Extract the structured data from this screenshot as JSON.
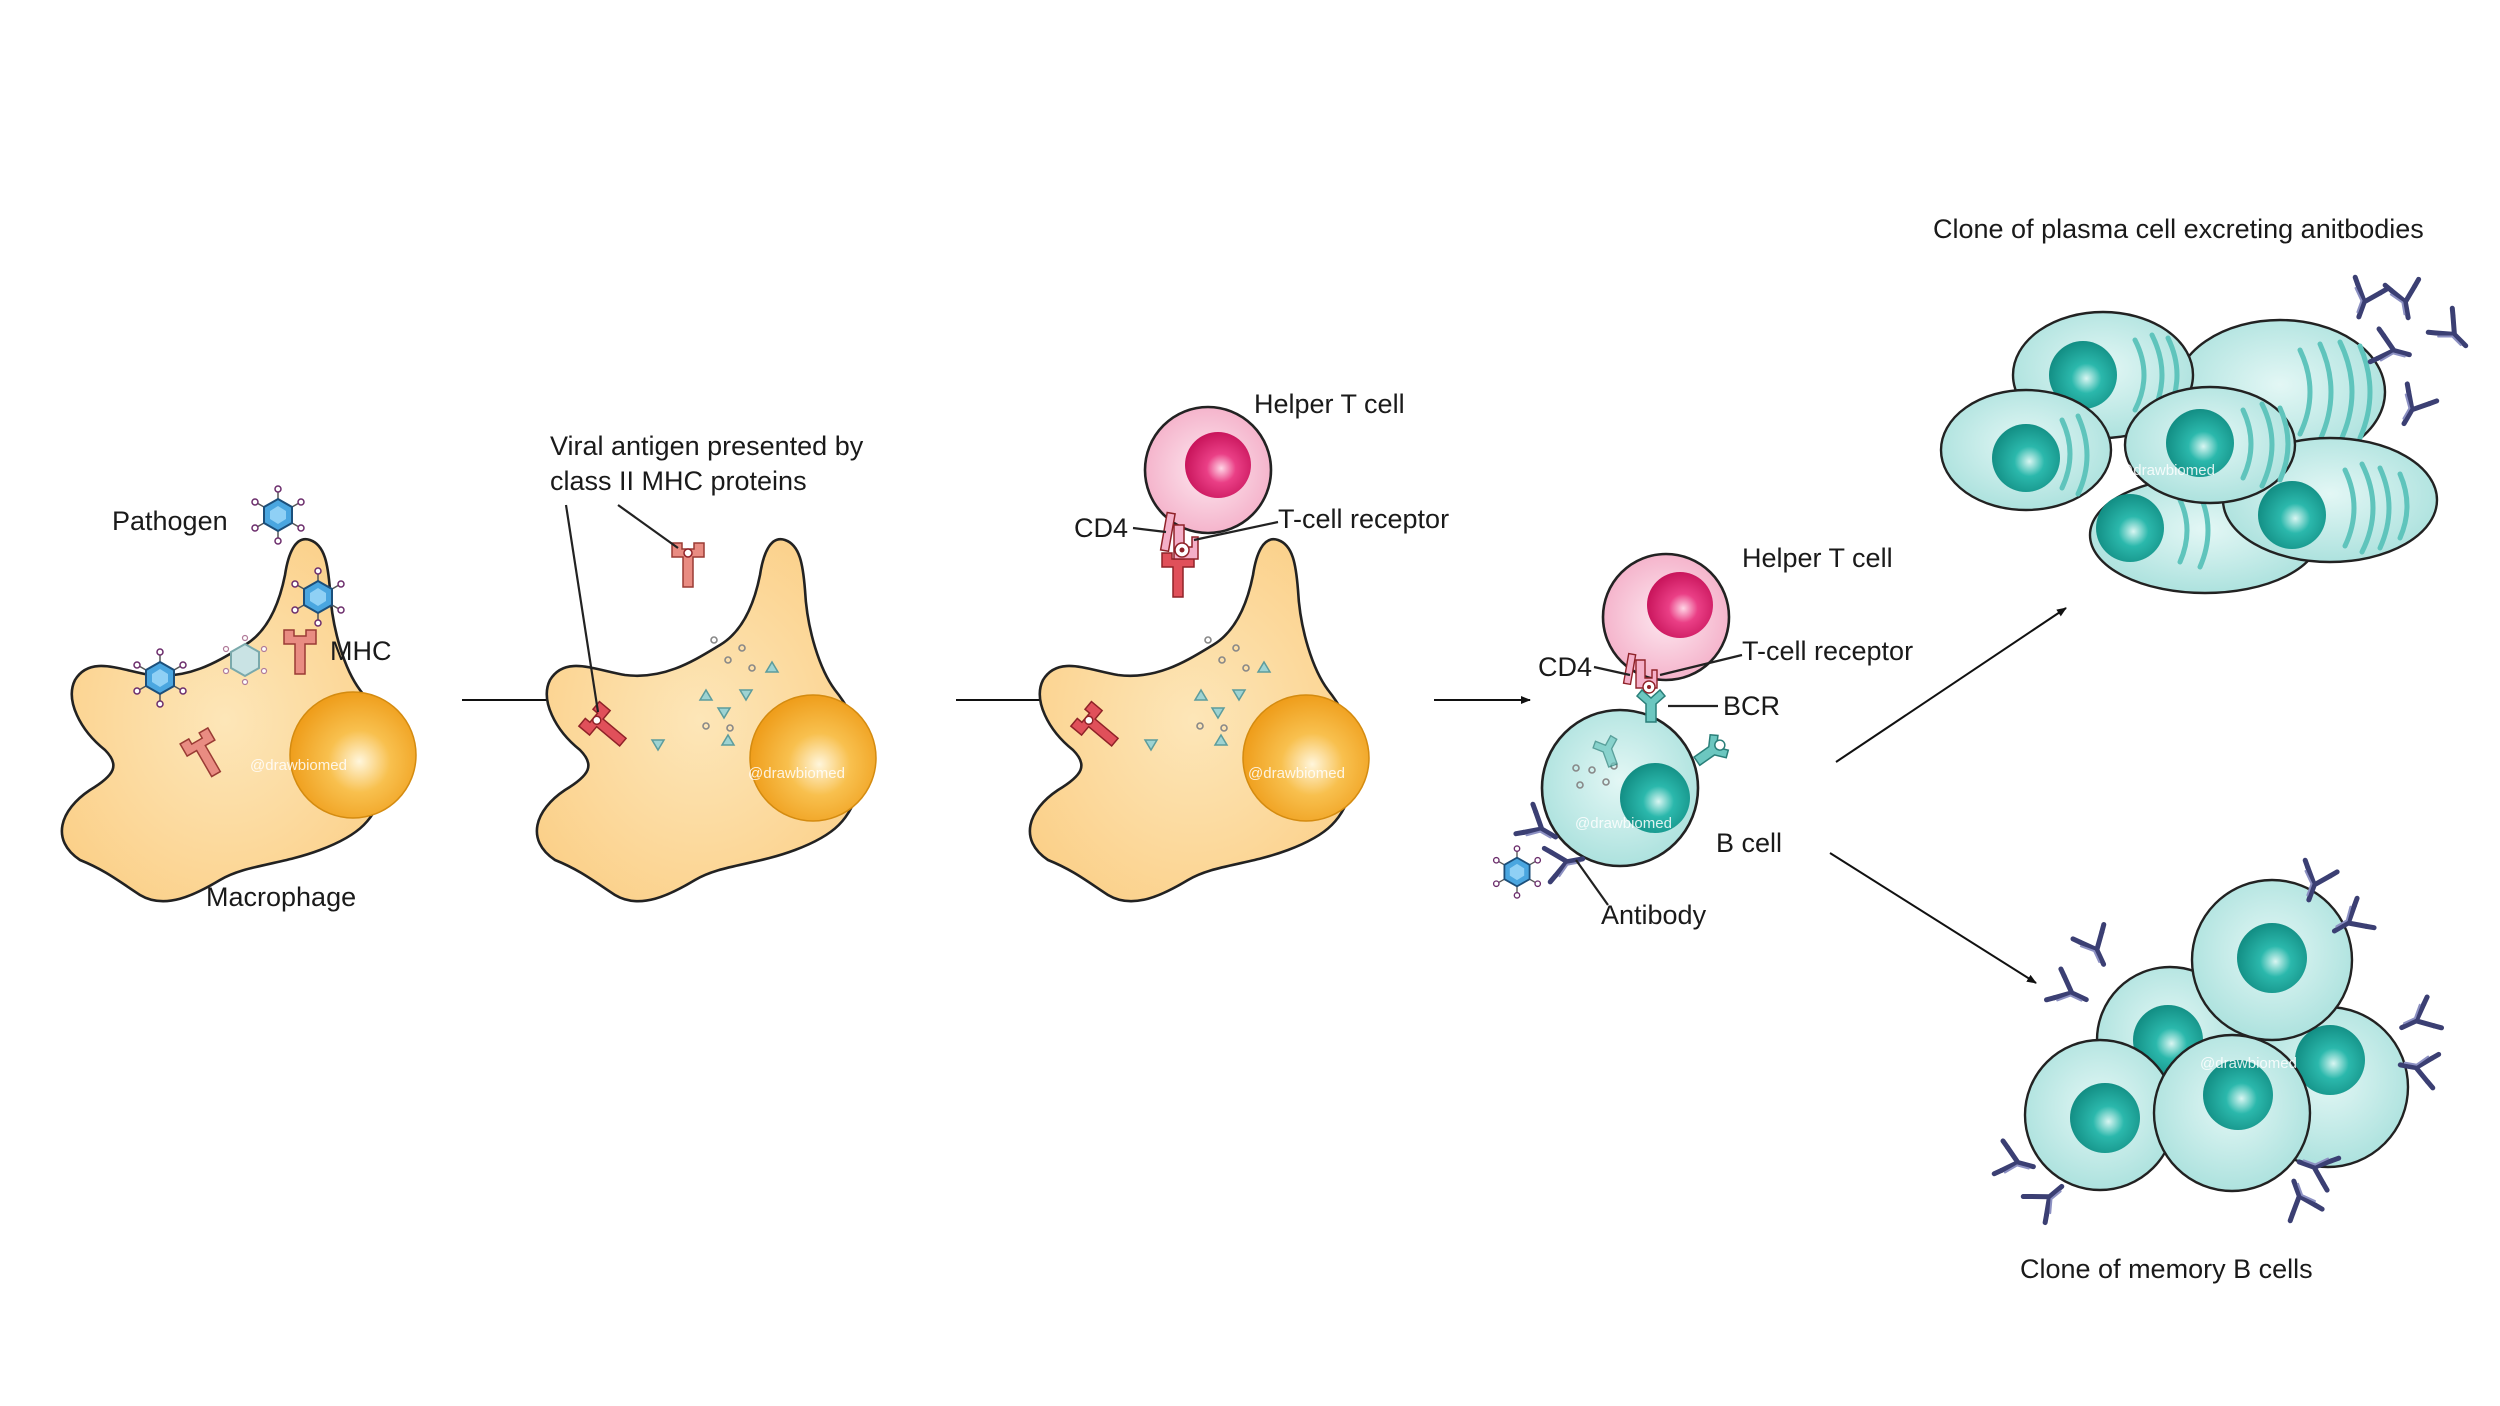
{
  "labels": {
    "pathogen": "Pathogen",
    "mhc": "MHC",
    "macrophage": "Macrophage",
    "viral_antigen_line1": "Viral antigen presented by",
    "viral_antigen_line2": "class II MHC proteins",
    "helper_t_cell_1": "Helper T cell",
    "cd4_1": "CD4",
    "tcr_1": "T-cell receptor",
    "helper_t_cell_2": "Helper T cell",
    "cd4_2": "CD4",
    "tcr_2": "T-cell receptor",
    "bcr": "BCR",
    "b_cell": "B cell",
    "antibody": "Antibody",
    "plasma_clone": "Clone of plasma cell excreting anitbodies",
    "memory_clone": "Clone of memory B cells"
  },
  "watermarks": {
    "mac1": "@drawbiomed",
    "mac2": "@drawbiomed",
    "mac3": "@drawbiomed",
    "bcell": "@drawbiomed",
    "plasma": "@drawbiomed",
    "memory": "@drawbiomed"
  },
  "colors": {
    "macrophage": "#fcd79a",
    "nucleus_orange": "#f5a623",
    "helper_t": "#f7c3d6",
    "helper_t_nucleus": "#e0206a",
    "b_cell": "#bfe9e6",
    "b_cell_nucleus": "#1aa89c",
    "pathogen": "#4aa6e0",
    "mhc": "#e98c82",
    "antibody": "#3b3f73"
  }
}
